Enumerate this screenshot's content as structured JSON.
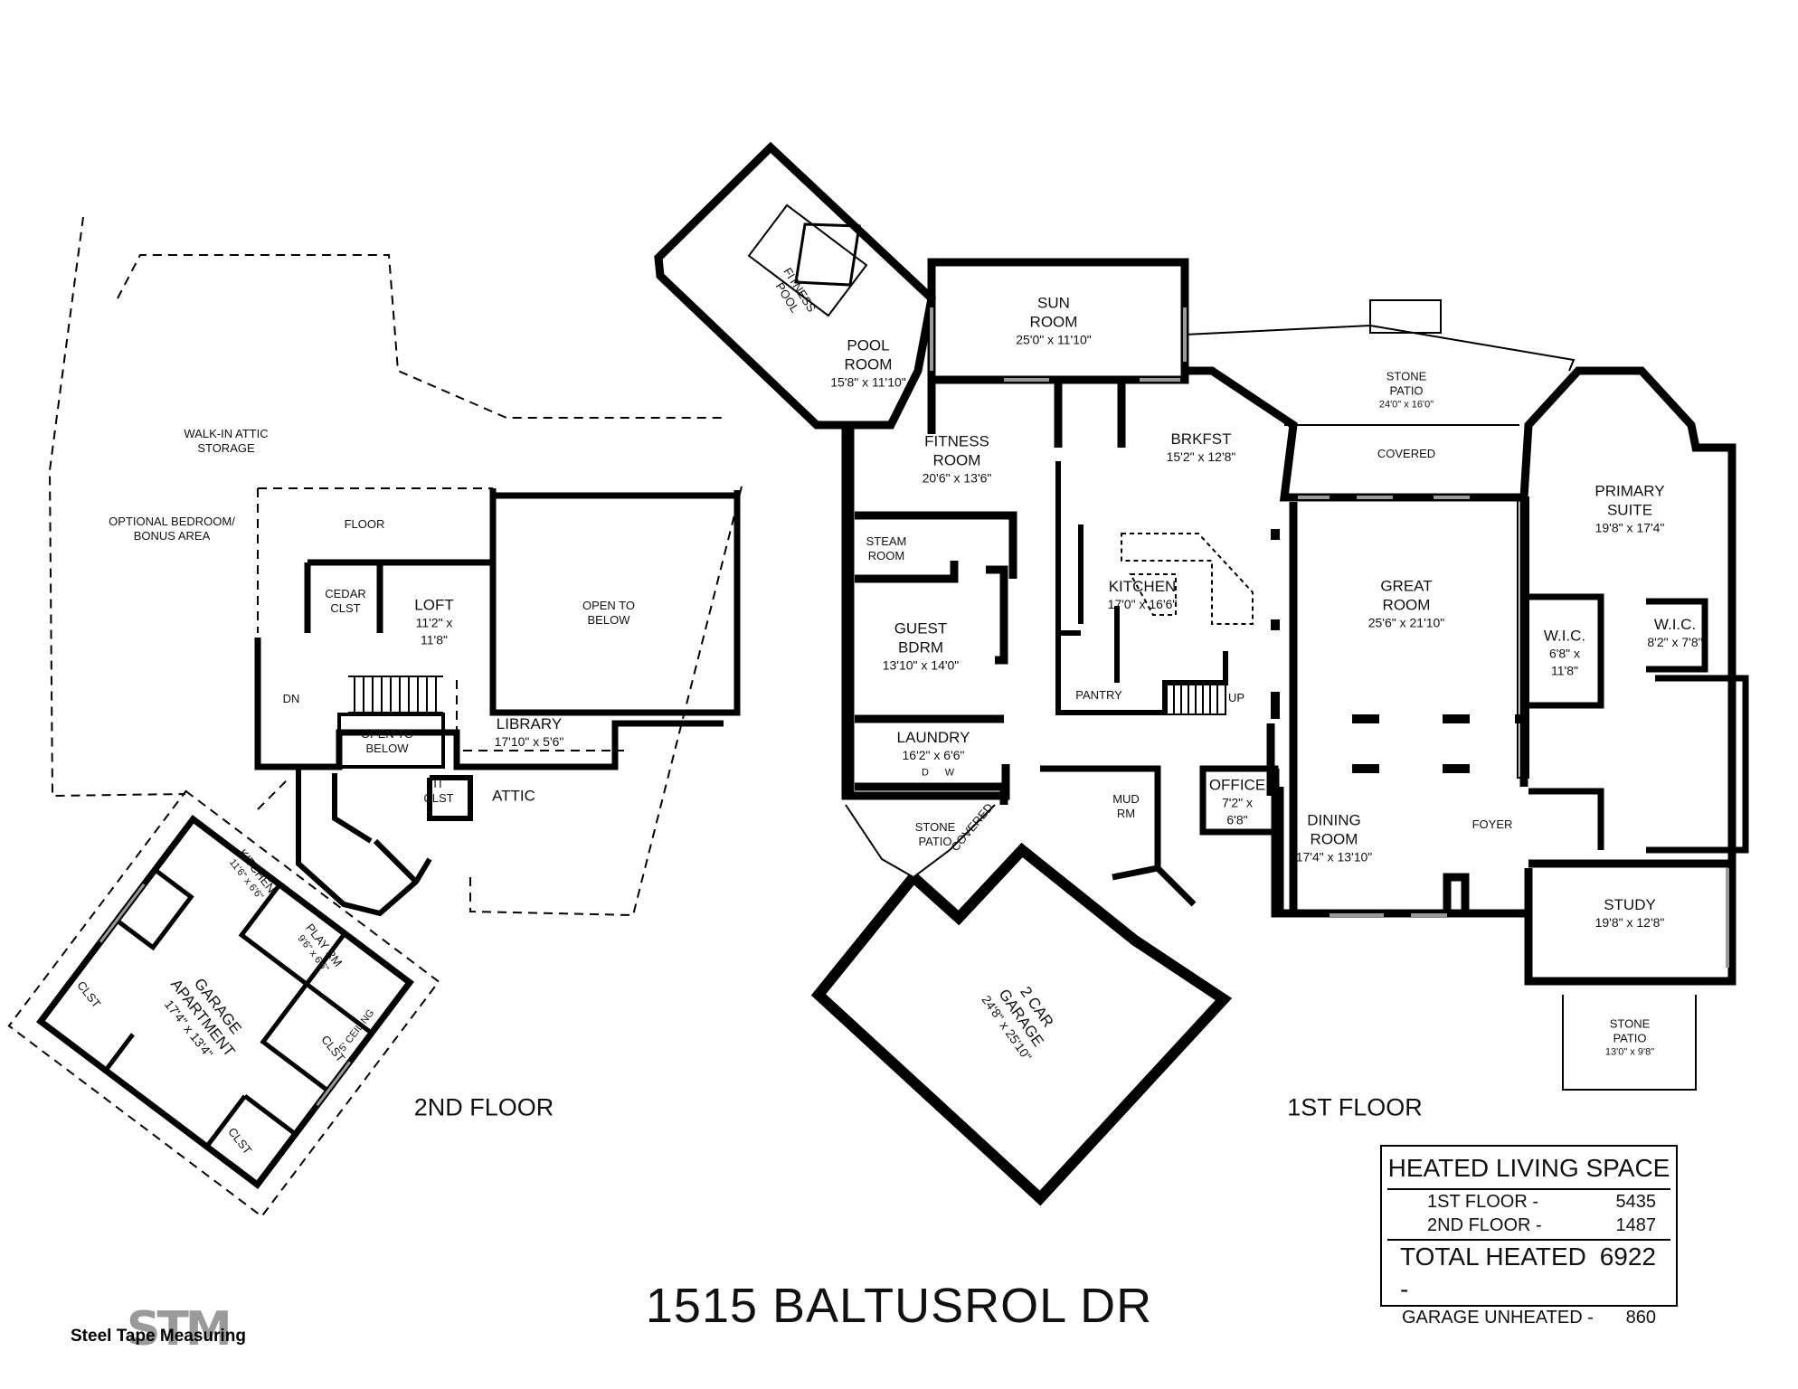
{
  "address": "1515 BALTUSROL DR",
  "floors": {
    "first": "1ST FLOOR",
    "second": "2ND FLOOR"
  },
  "rooms_first_floor": {
    "fitness_pool": [
      "FITNESS",
      "POOL"
    ],
    "pool_room": {
      "name": [
        "POOL",
        "ROOM"
      ],
      "dims": "15'8\" x 11'10\""
    },
    "sun_room": {
      "name": [
        "SUN",
        "ROOM"
      ],
      "dims": "25'0\" x 11'10\""
    },
    "stone_patio_rear": {
      "name": [
        "STONE",
        "PATIO"
      ],
      "dims": "24'0\" x 16'0\""
    },
    "covered_rear": "COVERED",
    "fitness_room": {
      "name": [
        "FITNESS",
        "ROOM"
      ],
      "dims": "20'6\" x 13'6\""
    },
    "brkfst": {
      "name": "BRKFST",
      "dims": "15'2\" x 12'8\""
    },
    "primary_suite": {
      "name": [
        "PRIMARY",
        "SUITE"
      ],
      "dims": "19'8\" x 17'4\""
    },
    "steam_room": [
      "STEAM",
      "ROOM"
    ],
    "kitchen": {
      "name": "KITCHEN",
      "dims": "17'0\" x 16'6\""
    },
    "great_room": {
      "name": [
        "GREAT",
        "ROOM"
      ],
      "dims": "25'6\" x 21'10\""
    },
    "guest_bdrm": {
      "name": [
        "GUEST",
        "BDRM"
      ],
      "dims": "13'10\" x 14'0\""
    },
    "wic_left": {
      "name": "W.I.C.",
      "dims": [
        "6'8\" x",
        "11'8\""
      ]
    },
    "wic_right": {
      "name": "W.I.C.",
      "dims": "8'2\" x 7'8\""
    },
    "pantry": "PANTRY",
    "up": "UP",
    "laundry": {
      "name": "LAUNDRY",
      "dims": "16'2\" x 6'6\"",
      "d": "D",
      "w": "W"
    },
    "office": {
      "name": "OFFICE",
      "dims": [
        "7'2\" x",
        "6'8\""
      ]
    },
    "mud_rm": [
      "MUD",
      "RM"
    ],
    "stone_patio_side": [
      "STONE",
      "PATIO"
    ],
    "covered_side": "COVERED",
    "dining_room": {
      "name": [
        "DINING",
        "ROOM"
      ],
      "dims": "17'4\" x 13'10\""
    },
    "foyer": "FOYER",
    "study": {
      "name": "STUDY",
      "dims": "19'8\" x 12'8\""
    },
    "stone_patio_front": {
      "name": [
        "STONE",
        "PATIO"
      ],
      "dims": "13'0\" x 9'8\""
    },
    "garage": {
      "name": [
        "2 CAR",
        "GARAGE"
      ],
      "dims": "24'8\" x 25'10\""
    }
  },
  "rooms_second_floor": {
    "walk_in_attic": [
      "WALK-IN ATTIC",
      "STORAGE"
    ],
    "optional_bedroom": [
      "OPTIONAL BEDROOM/",
      "BONUS AREA"
    ],
    "floor": "FLOOR",
    "cedar_clst": [
      "CEDAR",
      "CLST"
    ],
    "loft": {
      "name": "LOFT",
      "dims": [
        "11'2\" x",
        "11'8\""
      ]
    },
    "open_to_below_big": [
      "OPEN TO",
      "BELOW"
    ],
    "dn": "DN",
    "open_to_below_small": [
      "OPEN TO",
      "BELOW"
    ],
    "library": {
      "name": "LIBRARY",
      "dims": "17'10\" x 5'6\""
    },
    "it_clst": [
      "IT",
      "CLST"
    ],
    "attic": "ATTIC",
    "kitchen": {
      "name": "KITCHEN",
      "dims": "11'6\" x 6'6\""
    },
    "play_rm": {
      "name": "PLAY RM",
      "dims": "9'6\" x 6'6\""
    },
    "garage_apartment": {
      "name": [
        "GARAGE",
        "APARTMENT"
      ],
      "dims": "17'4\" x 13'4\""
    },
    "clst_left": "CLST",
    "clst_right": "CLST",
    "ceiling_note": "5' CEILING",
    "clst_bottom": "CLST"
  },
  "heated_living_space": {
    "title": "HEATED LIVING SPACE",
    "rows": [
      {
        "label": "1ST FLOOR -",
        "value": "5435"
      },
      {
        "label": "2ND FLOOR -",
        "value": "1487"
      }
    ],
    "total": {
      "label": "TOTAL HEATED -",
      "value": "6922"
    },
    "garage": {
      "label": "GARAGE UNHEATED -",
      "value": "860"
    }
  },
  "logo": {
    "mark": "STM",
    "text": "Steel Tape Measuring"
  }
}
